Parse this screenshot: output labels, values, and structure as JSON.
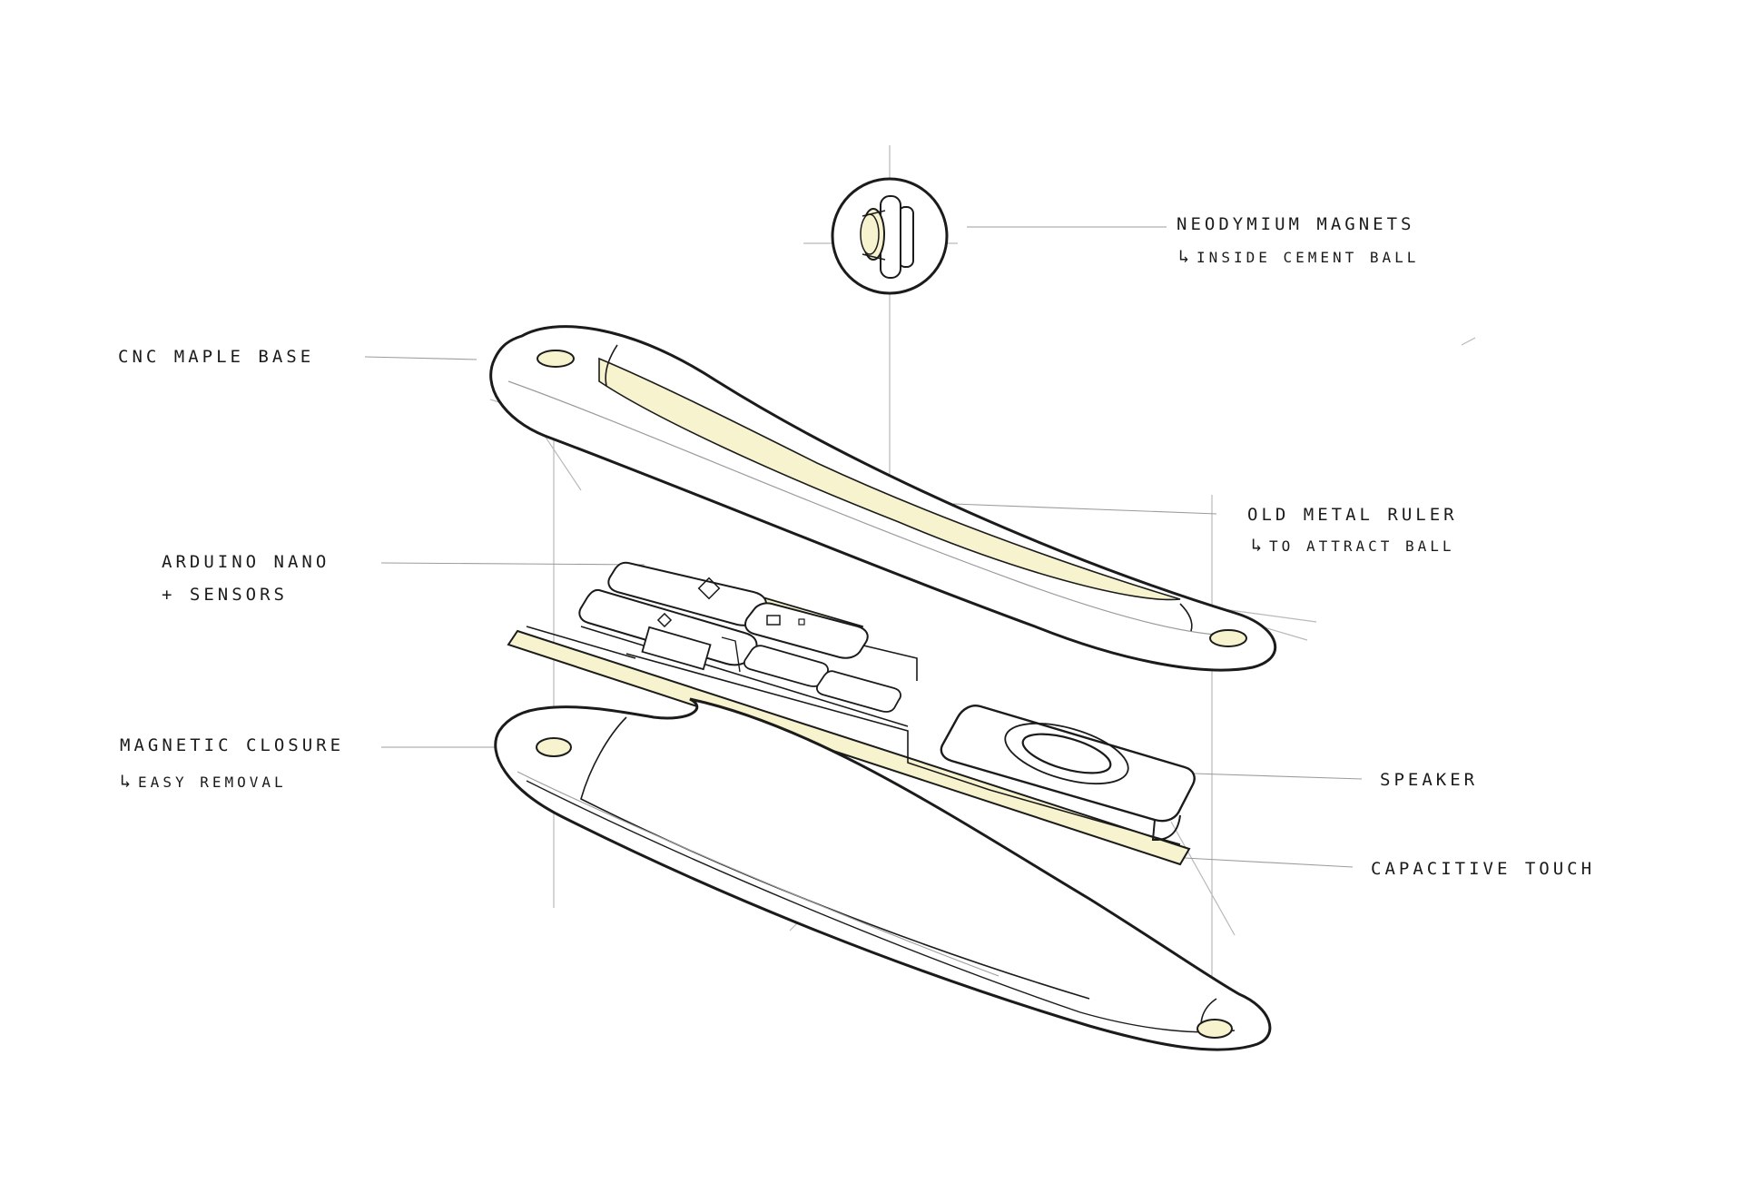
{
  "colors": {
    "ink": "#1b1b1b",
    "construction_line": "#b9b9b9",
    "yellow_highlight": "#f7f3cf",
    "paper": "#ffffff"
  },
  "callouts": {
    "magnets": {
      "title": "Neodymium magnets",
      "arrow": "↳",
      "sub": "inside cement ball"
    },
    "maple_base": {
      "title": "CNC maple base"
    },
    "ruler": {
      "title": "Old metal ruler",
      "arrow": "↳",
      "sub": "to attract ball"
    },
    "arduino": {
      "line1": "Arduino Nano",
      "line2": "+ sensors"
    },
    "closure": {
      "title": "Magnetic closure",
      "arrow": "↳",
      "sub": "easy removal"
    },
    "speaker": {
      "title": "Speaker"
    },
    "capacitive": {
      "title": "Capacitive touch"
    }
  }
}
